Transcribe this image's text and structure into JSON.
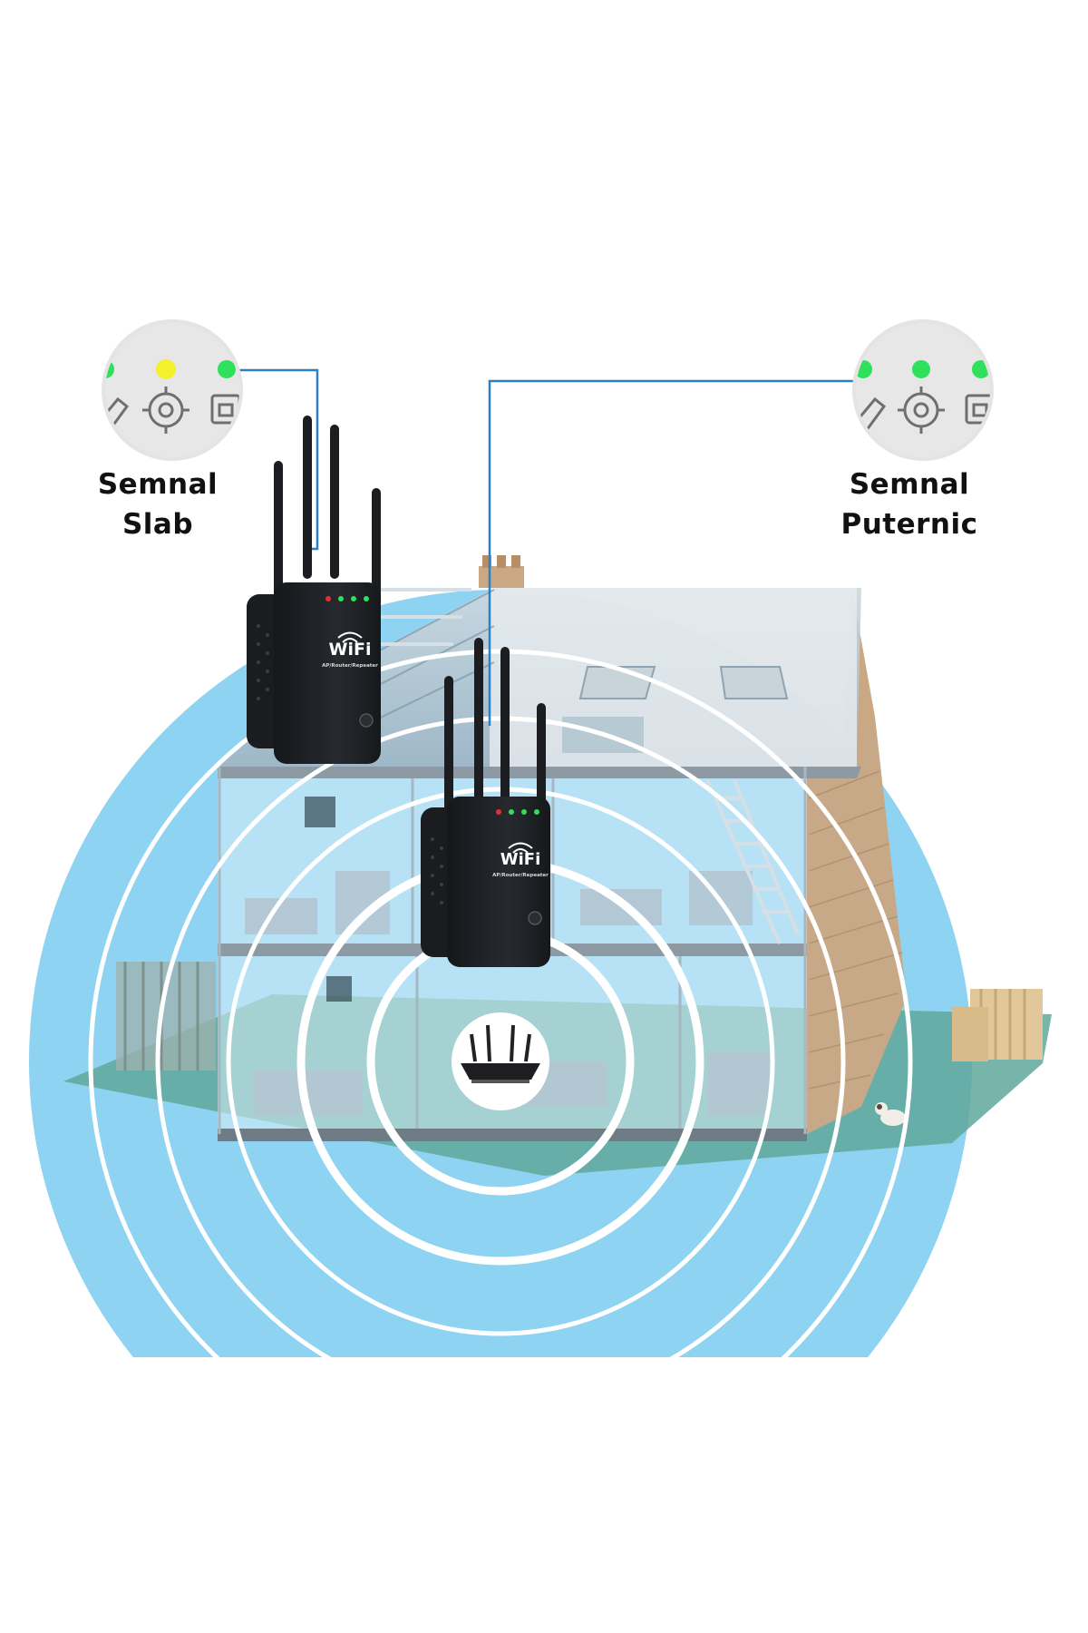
{
  "labels": {
    "weak": {
      "line1": "Semnal",
      "line2": "Slab"
    },
    "strong": {
      "line1": "Semnal",
      "line2": "Puternic"
    }
  },
  "device": {
    "brand": "WiFi",
    "subtitle": "AP/Router/Repeater"
  },
  "indicators": {
    "weak_panel": [
      "green",
      "yellow",
      "green"
    ],
    "strong_panel": [
      "green",
      "green",
      "green"
    ]
  },
  "colors": {
    "coverage_blue": "#8fd3f2",
    "ring": "#ffffff",
    "led_green": "#2ee05a",
    "led_yellow": "#f4f02a",
    "connector_line": "#2f7fc4",
    "device_body": "#1f2226",
    "lawn": "#5fa79a",
    "brick": "#c7a987"
  },
  "icons": [
    "rocket-icon",
    "target-icon",
    "ethernet-port-icon",
    "router-icon",
    "wifi-icon"
  ]
}
